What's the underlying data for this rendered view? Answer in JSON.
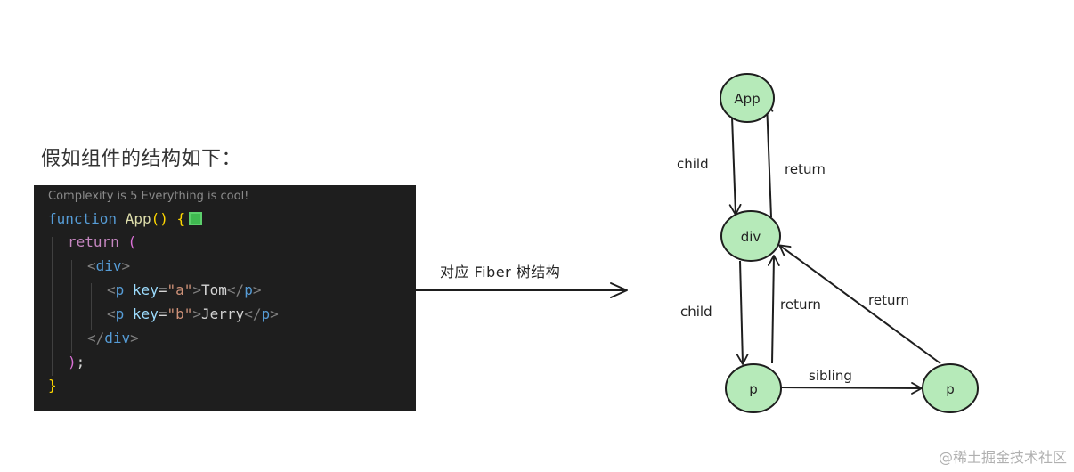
{
  "heading": "假如组件的结构如下：",
  "code": {
    "codelens": "Complexity is 5 Everything is cool!",
    "line1": {
      "kw": "function",
      "name": "App",
      "parens": "()",
      "brace": "{"
    },
    "line2": {
      "kw": "return",
      "paren": "("
    },
    "line3": {
      "lt": "<",
      "tag": "div",
      "gt": ">"
    },
    "line4": {
      "lt": "<",
      "tag": "p",
      "attr": "key",
      "eq": "=",
      "val": "\"a\"",
      "gt": ">",
      "text": "Tom",
      "closelt": "</",
      "closetag": "p",
      "closegt": ">"
    },
    "line5": {
      "lt": "<",
      "tag": "p",
      "attr": "key",
      "eq": "=",
      "val": "\"b\"",
      "gt": ">",
      "text": "Jerry",
      "closelt": "</",
      "closetag": "p",
      "closegt": ">"
    },
    "line6": {
      "lt": "</",
      "tag": "div",
      "gt": ">"
    },
    "line7": {
      "paren": ")",
      "semi": ";"
    },
    "line8": {
      "brace": "}"
    },
    "status_icon": "green-square-icon"
  },
  "arrow_label": "对应 Fiber 树结构",
  "fiber_tree": {
    "nodes": {
      "app": "App",
      "div": "div",
      "p1": "p",
      "p2": "p"
    },
    "edges": {
      "app_div_child": "child",
      "div_app_return": "return",
      "div_p1_child": "child",
      "p1_div_return": "return",
      "p2_div_return": "return",
      "p1_p2_sibling": "sibling"
    },
    "node_fill": "#b6eab9",
    "node_stroke": "#1e1e1e"
  },
  "watermark": "@稀土掘金技术社区"
}
